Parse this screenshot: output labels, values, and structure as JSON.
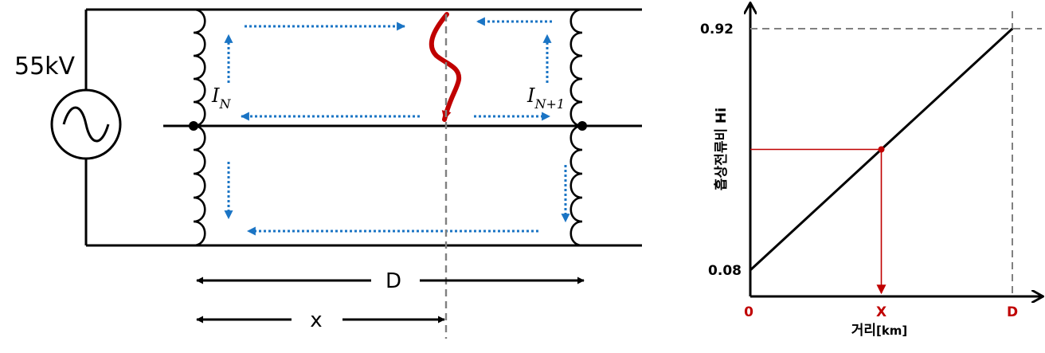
{
  "circuit": {
    "source_label": "55kV",
    "current_left": {
      "symbol": "I",
      "subscript": "N"
    },
    "current_right": {
      "symbol": "I",
      "subscript": "N+1"
    },
    "dim_total": "D",
    "dim_partial": "x"
  },
  "colors": {
    "wire": "#000000",
    "current_arrows": "#1a74c4",
    "fault": "#c00000",
    "guide": "#808080",
    "readout": "#c00000"
  },
  "chart_data": {
    "type": "line",
    "ylabel": "흡상전류비 Hi",
    "xlabel_main": "거리",
    "xlabel_unit": "[km]",
    "x_ticks": [
      "0",
      "X",
      "D"
    ],
    "y_ticks": [
      "0.08",
      "0.92"
    ],
    "series": [
      {
        "x": [
          0,
          1
        ],
        "y": [
          0.08,
          0.92
        ]
      }
    ],
    "readout": {
      "x": 0.5,
      "y": 0.5,
      "x_label": "X"
    },
    "xlim": [
      0,
      1
    ],
    "ylim": [
      0,
      1.0
    ],
    "grid": false
  }
}
